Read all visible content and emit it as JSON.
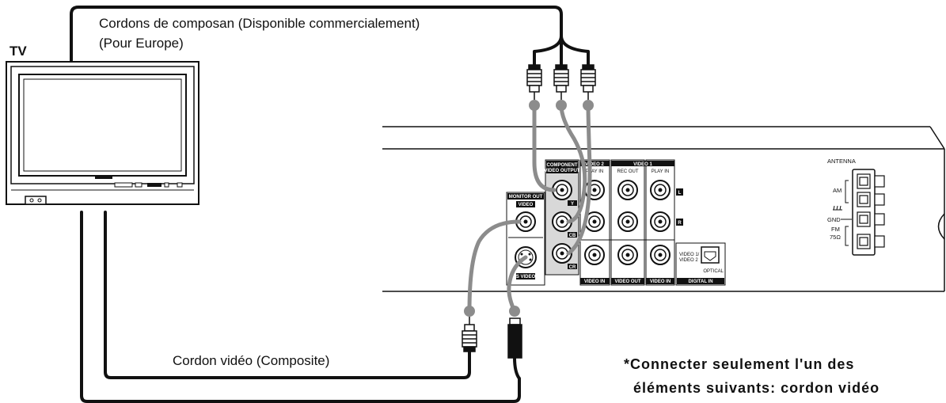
{
  "labels": {
    "tv": "TV",
    "component_cords_line1": "Cordons de composan (Disponible commercialement)",
    "component_cords_line2": "(Pour Europe)",
    "video_cord": "Cordon vidéo (Composite)",
    "note_line1": "*Connecter seulement l'un des",
    "note_line2": "éléments suivants: cordon vidéo"
  },
  "panel": {
    "monitor_out": "MONITOR OUT",
    "video": "VIDEO",
    "s_video": "S VIDEO",
    "component": "COMPONENT",
    "video_output": "VIDEO OUTPUT",
    "video2": "VIDEO 2",
    "video1": "VIDEO 1",
    "play_in_2": "PLAY IN",
    "rec_out": "REC OUT",
    "play_in_1": "PLAY IN",
    "left": "L",
    "right": "R",
    "y": "Y",
    "cb": "CB",
    "cr": "CR",
    "video_in": "VIDEO IN",
    "video_out": "VIDEO OUT",
    "video_in_2": "VIDEO IN",
    "digital_in": "DIGITAL IN",
    "video12_line1": "VIDEO 1/",
    "video12_line2": "VIDEO 2",
    "optical": "OPTICAL"
  },
  "antenna": {
    "antenna": "ANTENNA",
    "am": "AM",
    "gnd": "GND",
    "fm": "FM",
    "ohm": "75Ω"
  }
}
